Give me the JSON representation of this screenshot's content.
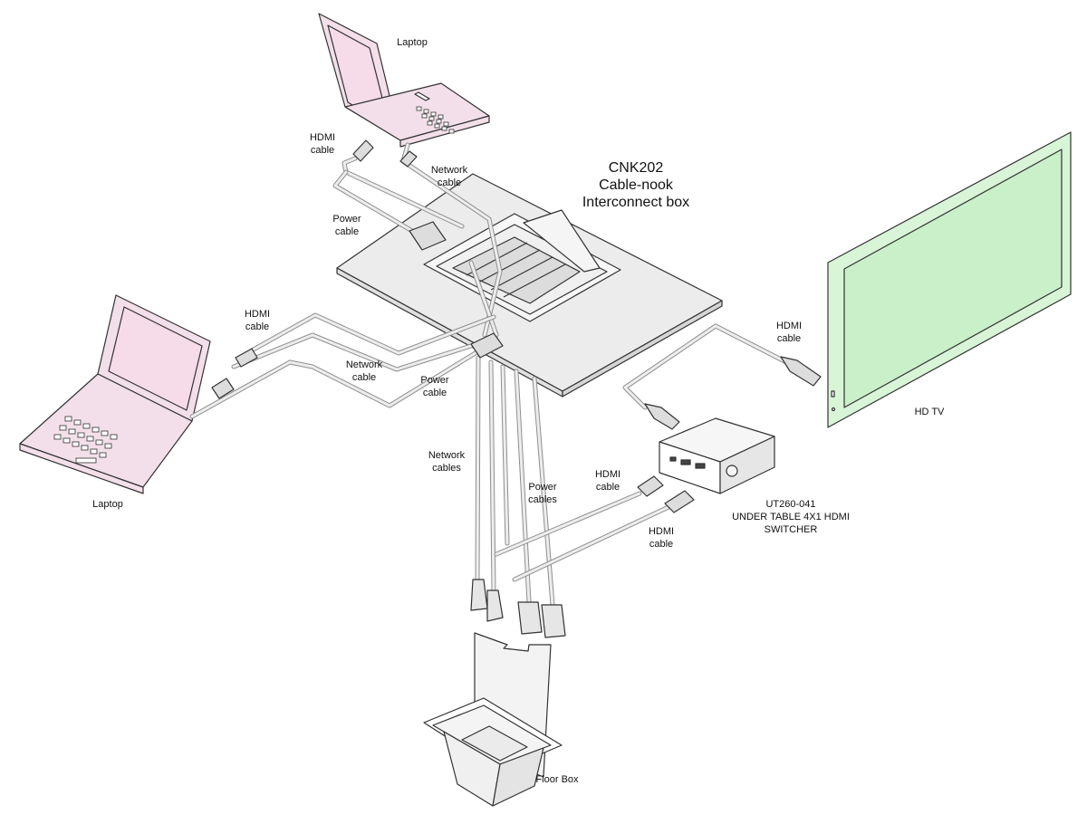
{
  "title": "CNK202\nCable-nook\nInterconnect box",
  "labels": {
    "laptop_top": "Laptop",
    "laptop_left": "Laptop",
    "hdmi_top": "HDMI\ncable",
    "network_top": "Network\ncable",
    "power_top": "Power\ncable",
    "hdmi_left": "HDMI\ncable",
    "network_left": "Network\ncable",
    "power_left": "Power\ncable",
    "hdmi_tv": "HDMI\ncable",
    "hd_tv": "HD TV",
    "network_cables": "Network\ncables",
    "power_cables": "Power\ncables",
    "hdmi_sw1": "HDMI\ncable",
    "hdmi_sw2": "HDMI\ncable",
    "switcher": "UT260-041\nUNDER TABLE 4X1 HDMI\nSWITCHER",
    "floor_box": "Floor Box"
  },
  "colors": {
    "laptop_screen": "#f6dbe8",
    "laptop_body": "#f3dfe9",
    "tv_bezel": "#d8f5d8",
    "tv_screen": "#c9f0c9",
    "table": "#ececec",
    "cable": "#9a9a9a",
    "outline": "#333333"
  }
}
